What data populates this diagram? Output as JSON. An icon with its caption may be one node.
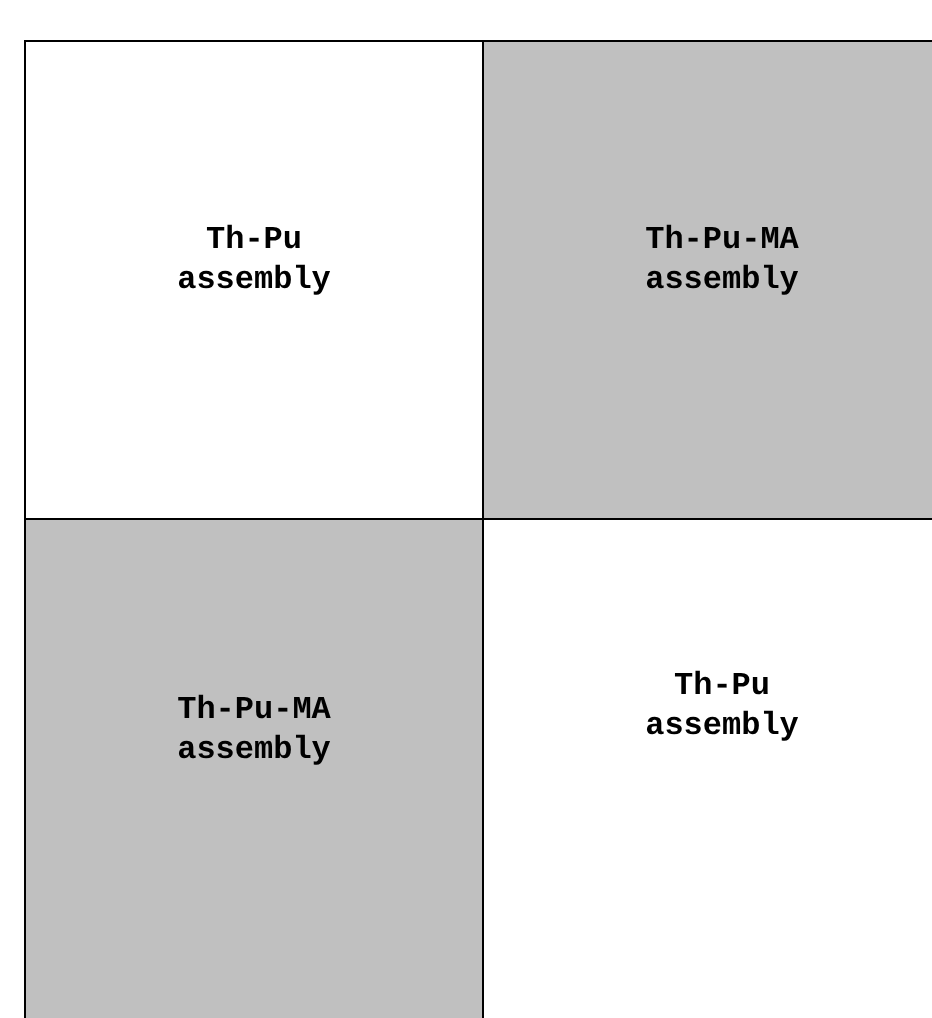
{
  "diagram": {
    "nodes": [
      {
        "text": [
          "Th-Pu assembly"
        ]
      },
      {
        "text": [
          "Th-Pu-MA assembly"
        ]
      },
      {
        "text": [
          "Th-Pu-MA assembly"
        ]
      },
      {
        "text": [
          "Th-Pu assembly"
        ]
      }
    ]
  }
}
